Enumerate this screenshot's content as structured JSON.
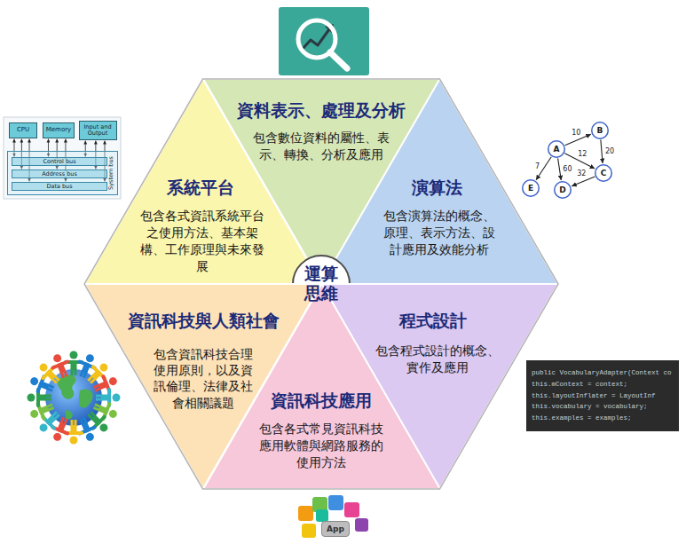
{
  "diagram": {
    "nodes": [
      {
        "text": [
          "資料表示、處理及分析",
          "包含數位資料的屬性、表示、轉換、分析及應用"
        ]
      },
      {
        "text": [
          "系統平台",
          "包含各式資訊系統平台之使用方法、基本架構、工作原理與未來發展"
        ]
      },
      {
        "text": [
          "演算法",
          "包含演算法的概念、原理、表示方法、設計應用及效能分析"
        ]
      },
      {
        "text": [
          "運算思維"
        ]
      },
      {
        "text": [
          "資訊科技與人類社會",
          "包含資訊科技合理使用原則，以及資訊倫理、法律及社會相關議題"
        ]
      },
      {
        "text": [
          "程式設計",
          "包含程式設計的概念、實作及應用"
        ]
      },
      {
        "text": [
          "資訊科技應用",
          "包含各式常見資訊科技應用軟體與網路服務的使用方法"
        ]
      },
      {
        "text": [
          "CPU"
        ]
      },
      {
        "text": [
          "Memory"
        ]
      },
      {
        "text": [
          "Input and Output"
        ]
      },
      {
        "text": [
          "System bus"
        ]
      },
      {
        "text": [
          "Control bus"
        ],
        "in": 10
      },
      {
        "text": [
          "Address bus"
        ],
        "in": 10
      },
      {
        "text": [
          "Data bus"
        ],
        "in": 10
      },
      {
        "text": [
          "B"
        ]
      },
      {
        "text": [
          "A"
        ]
      },
      {
        "text": [
          "C"
        ]
      },
      {
        "text": [
          "E"
        ]
      },
      {
        "text": [
          "D"
        ]
      },
      {
        "text": [
          "public VocabularyAdapter(Context co",
          "this.mContext = context;",
          "this.layoutInflater = LayoutInf",
          "this.vocabulary = vocabulary;",
          "this.examples = examples;"
        ]
      },
      {
        "text": [
          "App"
        ]
      }
    ],
    "edges": [
      {
        "from": 7,
        "to": 11,
        "arrow": "both"
      },
      {
        "from": 7,
        "to": 12,
        "arrow": "both"
      },
      {
        "from": 7,
        "to": 13,
        "arrow": "both"
      },
      {
        "from": 8,
        "to": 11,
        "arrow": "both"
      },
      {
        "from": 8,
        "to": 12,
        "arrow": "both"
      },
      {
        "from": 8,
        "to": 13,
        "arrow": "both"
      },
      {
        "from": 9,
        "to": 11,
        "arrow": "both"
      },
      {
        "from": 9,
        "to": 12,
        "arrow": "both"
      },
      {
        "from": 9,
        "to": 13,
        "arrow": "both"
      },
      {
        "from": 15,
        "to": 14,
        "label": "10",
        "arrow": "to"
      },
      {
        "from": 15,
        "to": 16,
        "label": "12",
        "arrow": "to"
      },
      {
        "from": 14,
        "to": 16,
        "label": "20",
        "arrow": "to"
      },
      {
        "from": 15,
        "to": 18,
        "label": "60",
        "arrow": "to"
      },
      {
        "from": 16,
        "to": 18,
        "label": "32",
        "arrow": "to"
      },
      {
        "from": 15,
        "to": 17,
        "label": "7",
        "arrow": "to"
      }
    ]
  }
}
